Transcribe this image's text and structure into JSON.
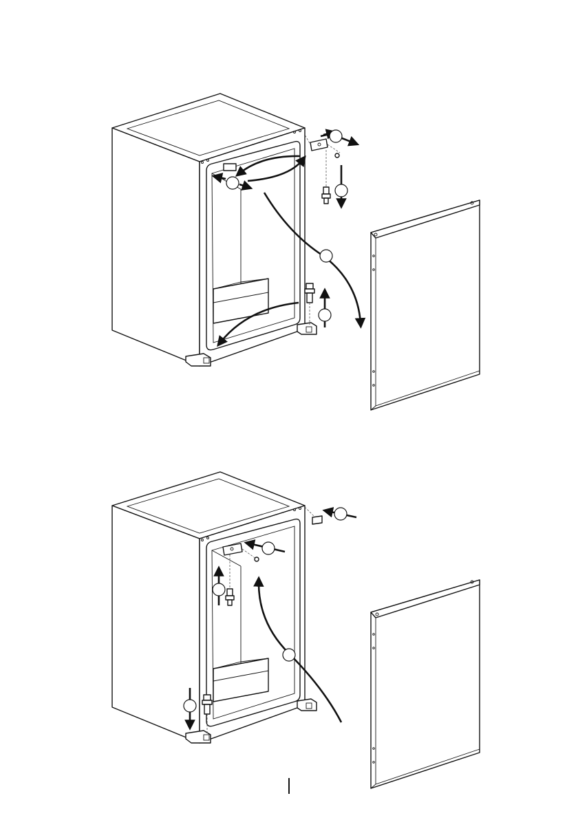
{
  "figure": {
    "figures": [
      {
        "name": "door-removal-step",
        "parts": [
          "cabinet",
          "door",
          "top-hinge",
          "hinge-pin",
          "bottom-hinge",
          "hinge-cover"
        ]
      },
      {
        "name": "door-refitting-step",
        "parts": [
          "cabinet",
          "door",
          "top-hinge",
          "hinge-pin",
          "bottom-hinge",
          "hinge-cover"
        ]
      }
    ],
    "step_markers": [],
    "colors": {
      "line": "#111111",
      "background": "#ffffff"
    }
  }
}
